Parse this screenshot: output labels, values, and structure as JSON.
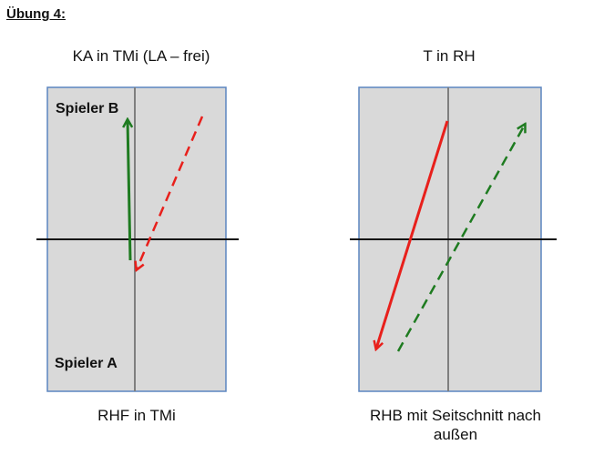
{
  "title": "Übung 4:",
  "left": {
    "top_caption": "KA in TMi (LA – frei)",
    "bottom_caption": "RHF in TMi",
    "player_top": "Spieler B",
    "player_bottom": "Spieler A"
  },
  "right": {
    "top_caption": "T in RH",
    "bottom_caption_line1": "RHB mit Seitschnitt nach",
    "bottom_caption_line2": "außen"
  },
  "colors": {
    "court_fill": "#d9d9d9",
    "court_border": "#5b85c0",
    "net": "#111111",
    "center_line": "#7f7f7f",
    "red_arrow": "#e8201c",
    "green_arrow": "#1e7b20"
  }
}
